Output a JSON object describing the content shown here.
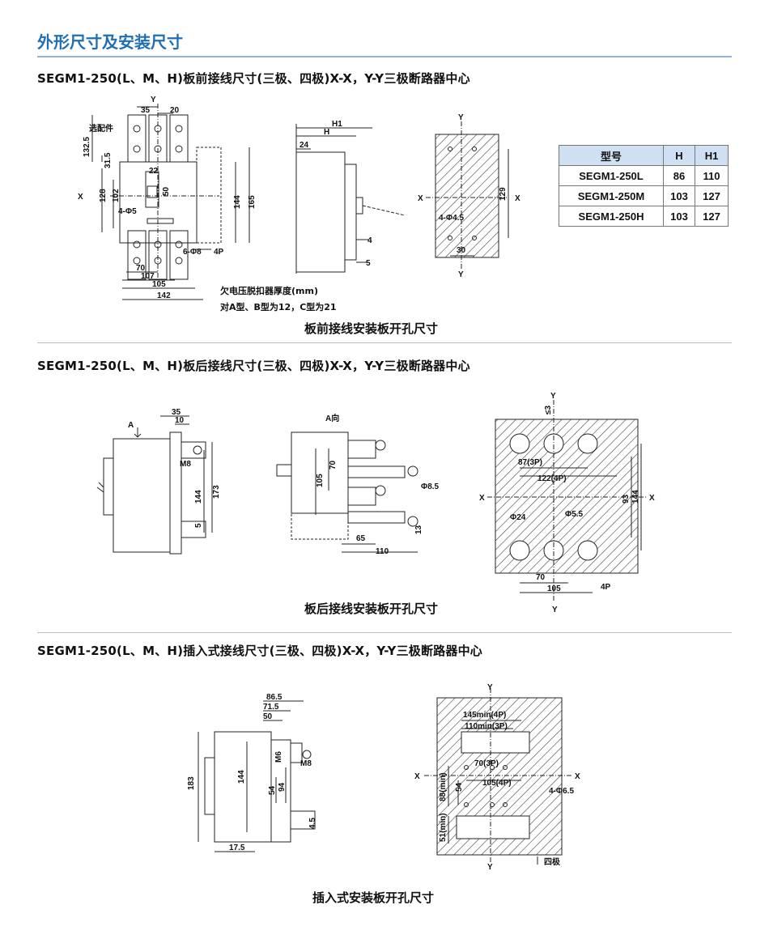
{
  "page_title": "外形尺寸及安装尺寸",
  "sections": [
    {
      "heading": "SEGM1-250(L、M、H)板前接线尺寸(三极、四极)X-X，Y-Y三极断路器中心",
      "caption": "板前接线安装板开孔尺寸",
      "note_line1": "欠电压脱扣器厚度(mm)",
      "note_line2": "对A型、B型为12，C型为21"
    },
    {
      "heading": "SEGM1-250(L、M、H)板后接线尺寸(三极、四极)X-X，Y-Y三极断路器中心",
      "caption": "板后接线安装板开孔尺寸"
    },
    {
      "heading": "SEGM1-250(L、M、H)插入式接线尺寸(三极、四极)X-X，Y-Y三极断路器中心",
      "caption": "插入式安装板开孔尺寸"
    }
  ],
  "model_table": {
    "headers": [
      "型号",
      "H",
      "H1"
    ],
    "rows": [
      [
        "SEGM1-250L",
        "86",
        "110"
      ],
      [
        "SEGM1-250M",
        "103",
        "127"
      ],
      [
        "SEGM1-250H",
        "103",
        "127"
      ]
    ]
  },
  "labels": {
    "s1_front": {
      "y": "Y",
      "d35": "35",
      "d20": "20",
      "opt": "选配件",
      "d132": "132.5",
      "d31": "31.5",
      "d22": "22",
      "d50": "50",
      "d128": "128",
      "d102": "102",
      "x": "X",
      "d144": "144",
      "d165": "165",
      "hole4": "4-Φ5",
      "hole6": "6-Φ8",
      "p4": "4P",
      "d70": "70",
      "d107": "107",
      "d105": "105",
      "d142": "142"
    },
    "s1_side": {
      "h1": "H1",
      "h": "H",
      "d24": "24",
      "d4": "4",
      "d5": "5"
    },
    "s1_cut": {
      "y": "Y",
      "x": "X",
      "d129": "129",
      "hole": "4-Φ4.5",
      "d30": "30"
    },
    "s2_side": {
      "a": "A",
      "d35": "35",
      "d10": "10",
      "m8": "M8",
      "d144": "144",
      "d173": "173",
      "d5": "5"
    },
    "s2_view": {
      "title": "A向",
      "d70": "70",
      "d105": "105",
      "phi": "Φ8.5",
      "d65": "65",
      "d110": "110",
      "d13": "13"
    },
    "s2_cut": {
      "y": "Y",
      "le3": "≤3",
      "d87": "87(3P)",
      "d122": "122(4P)",
      "x": "X",
      "d93": "93",
      "d144": "144",
      "phi24": "Φ24",
      "phi55": "Φ5.5",
      "d70": "70",
      "d105": "105",
      "p4": "4P"
    },
    "s3_side": {
      "d86": "86.5",
      "d71": "71.5",
      "d50": "50",
      "m6": "M6",
      "m8": "M8",
      "d183": "183",
      "d144": "144",
      "d54": "54",
      "d94": "94",
      "d45": "4.5",
      "d175": "17.5"
    },
    "s3_cut": {
      "y": "Y",
      "d145": "145min(4P)",
      "d110": "110min(3P)",
      "x": "X",
      "d70": "70(3P)",
      "d105": "105(4P)",
      "d88": "88(min)",
      "d54": "54",
      "hole": "4-Φ6.5",
      "d51": "51(min)",
      "pole": "四极"
    }
  }
}
